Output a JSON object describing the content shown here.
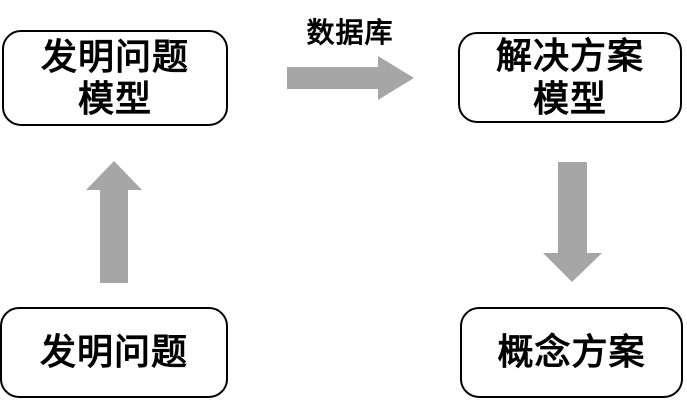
{
  "diagram": {
    "boxes": {
      "invention_problem_model": "发明问题\n模型",
      "solution_model": "解决方案\n模型",
      "invention_problem": "发明问题",
      "concept_solution": "概念方案"
    },
    "arrow_label": "数据库",
    "icons": {
      "up_arrow": "up-block-arrow",
      "right_arrow": "right-block-arrow",
      "down_arrow": "down-block-arrow"
    },
    "colors": {
      "arrow": "#a6a6a6",
      "box_border": "#000000",
      "box_fill": "#ffffff",
      "text": "#000000"
    }
  }
}
